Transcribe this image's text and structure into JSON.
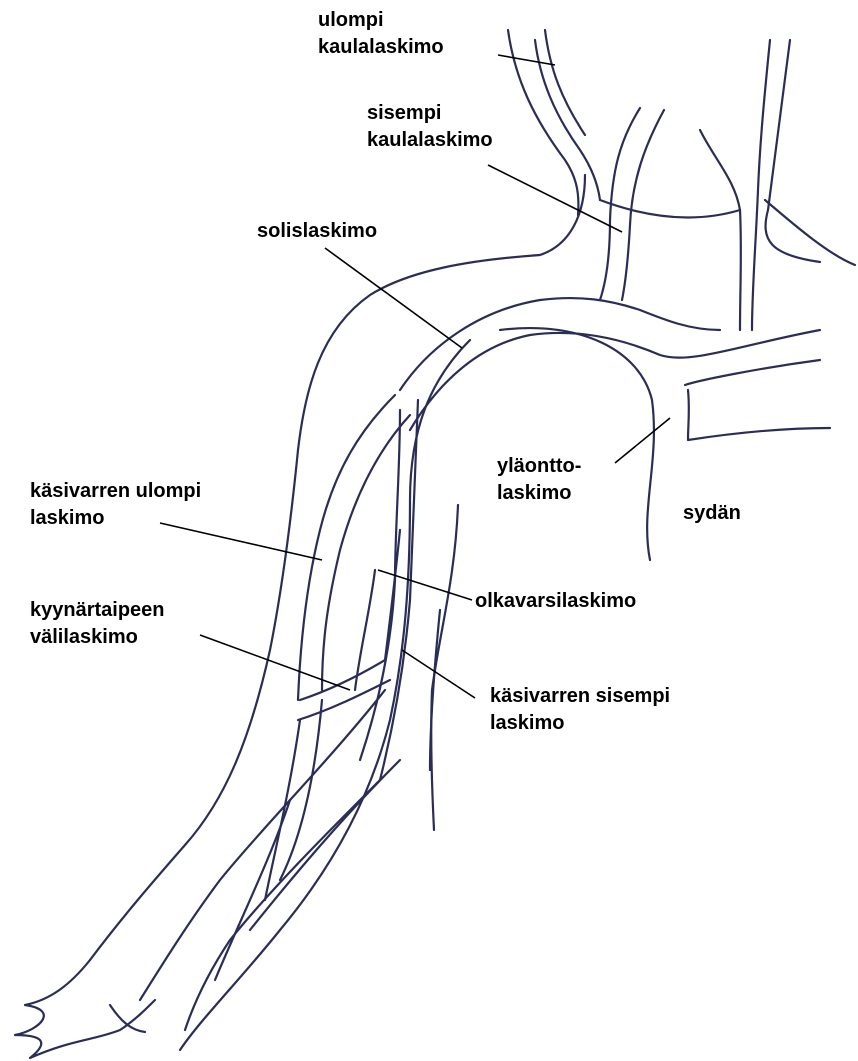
{
  "colors": {
    "line": "#2a2e57",
    "leader": "#000000",
    "text": "#000000",
    "background": "#ffffff"
  },
  "labels": {
    "ulompi_kaulalaskimo": [
      "ulompi",
      "kaulalaskimo"
    ],
    "sisempi_kaulalaskimo": [
      "sisempi",
      "kaulalaskimo"
    ],
    "solislaskimo": [
      "solislaskimo"
    ],
    "ylaonttolaskimo": [
      "yläontto-",
      "laskimo"
    ],
    "sydan": [
      "sydän"
    ],
    "kasivarren_ulompi_laskimo": [
      "käsivarren ulompi",
      "laskimo"
    ],
    "olkavarsilaskimo": [
      "olkavarsilaskimo"
    ],
    "kyynartaipeen_valilaskimo": [
      "kyynärtaipeen",
      "välilaskimo"
    ],
    "kasivarren_sisempi_laskimo": [
      "käsivarren sisempi",
      "laskimo"
    ]
  }
}
